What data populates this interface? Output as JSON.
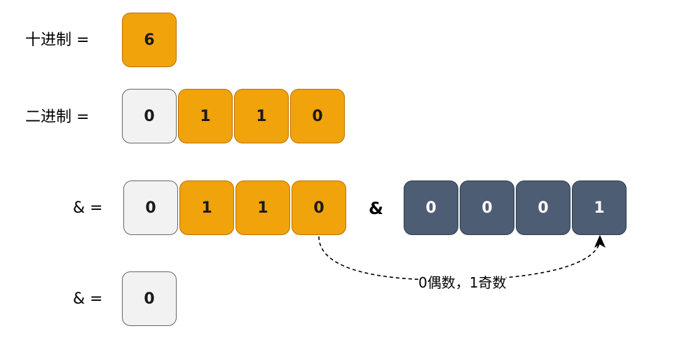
{
  "rows": {
    "decimal": {
      "label": "十进制 =",
      "cells": [
        "6"
      ]
    },
    "binary": {
      "label": "二进制 =",
      "cells": [
        "0",
        "1",
        "1",
        "0"
      ]
    },
    "and_operation": {
      "label": "& =",
      "left_cells": [
        "0",
        "1",
        "1",
        "0"
      ],
      "operator": "&",
      "right_cells": [
        "0",
        "0",
        "0",
        "1"
      ]
    },
    "result": {
      "label": "& =",
      "cells": [
        "0"
      ]
    }
  },
  "annotation": {
    "text": "0偶数，1奇数"
  },
  "colors": {
    "white_fill": "#f2f2f2",
    "orange_fill": "#f0a30a",
    "slate_fill": "#4d5d73",
    "white_text": "#ffffff",
    "dark_text": "#1a1a1a"
  }
}
